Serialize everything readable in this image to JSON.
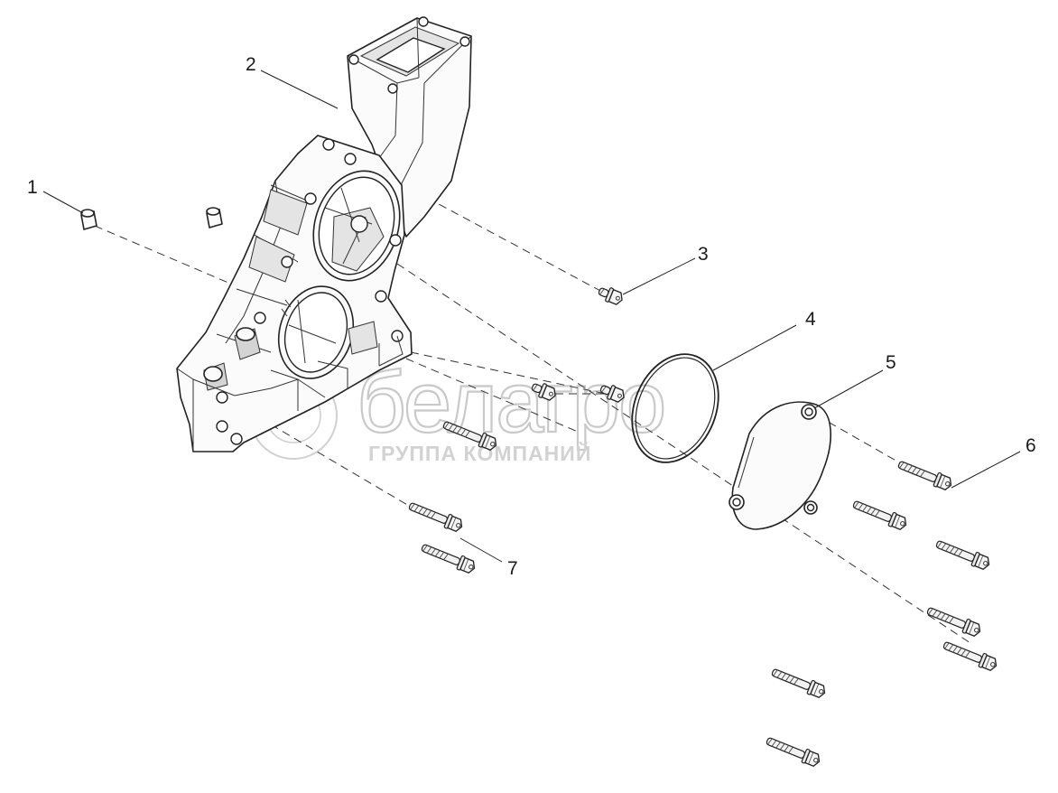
{
  "diagram": {
    "callouts": [
      {
        "id": "1",
        "label": "1"
      },
      {
        "id": "2",
        "label": "2"
      },
      {
        "id": "3",
        "label": "3"
      },
      {
        "id": "4",
        "label": "4"
      },
      {
        "id": "5",
        "label": "5"
      },
      {
        "id": "6",
        "label": "6"
      },
      {
        "id": "7",
        "label": "7"
      }
    ],
    "watermark": {
      "logo_text": "белагро",
      "subtitle": "ГРУППА КОМПАНИЙ"
    }
  }
}
